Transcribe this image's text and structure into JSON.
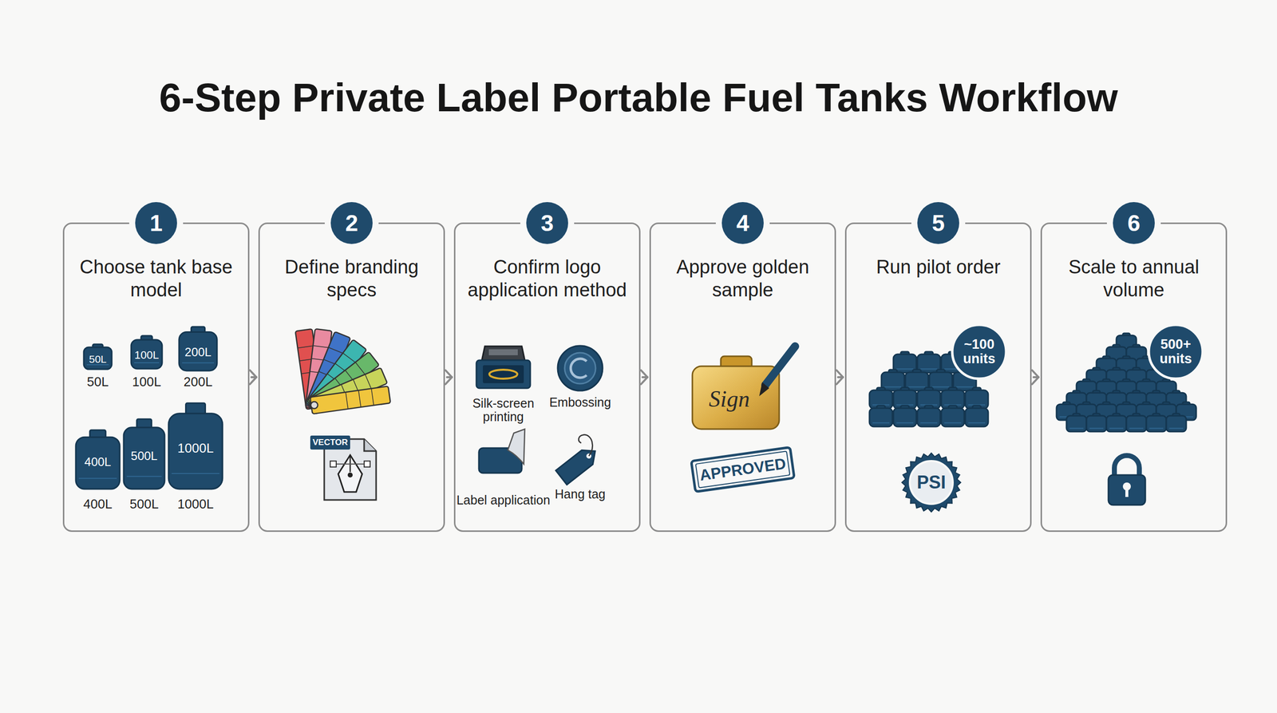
{
  "diagram": {
    "title": "6-Step Private Label Portable Fuel Tanks Workflow",
    "nodes": [
      {
        "text": [
          "Choose tank base model"
        ]
      },
      {
        "text": [
          "1"
        ],
        "in": 0
      },
      {
        "text": [
          "Define branding specs"
        ]
      },
      {
        "text": [
          "2"
        ],
        "in": 2
      },
      {
        "text": [
          "Confirm logo application method"
        ]
      },
      {
        "text": [
          "3"
        ],
        "in": 4
      },
      {
        "text": [
          "Approve golden sample"
        ]
      },
      {
        "text": [
          "4"
        ],
        "in": 6
      },
      {
        "text": [
          "Run pilot order"
        ]
      },
      {
        "text": [
          "5"
        ],
        "in": 8
      },
      {
        "text": [
          "Scale to annual volume"
        ]
      },
      {
        "text": [
          "6"
        ],
        "in": 10
      }
    ],
    "edges": [
      {
        "from": 0,
        "to": 2,
        "arrow": "to"
      },
      {
        "from": 2,
        "to": 4,
        "arrow": "to"
      },
      {
        "from": 4,
        "to": 6,
        "arrow": "to"
      },
      {
        "from": 6,
        "to": 8,
        "arrow": "to"
      },
      {
        "from": 8,
        "to": 10,
        "arrow": "to"
      }
    ],
    "labels": [
      "50L",
      "100L",
      "200L",
      "50L",
      "100L",
      "200L",
      "400L",
      "500L",
      "1000L",
      "400L",
      "500L",
      "1000L",
      "VECTOR",
      "Silk-screen printing",
      "Embossing",
      "Label application",
      "Hang tag",
      "Sign",
      "APPROVED",
      "~100 units",
      "PSI",
      "500+ units"
    ]
  }
}
